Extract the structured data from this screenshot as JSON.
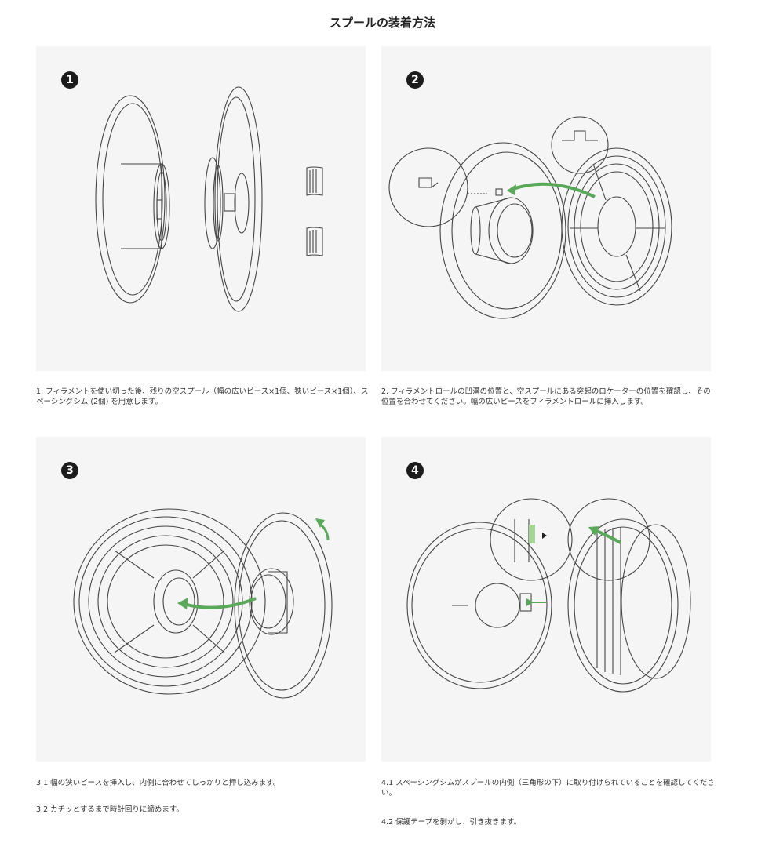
{
  "title": "スプールの装着方法",
  "steps": [
    {
      "number": "1",
      "caption": "1. フィラメントを使い切った後、残りの空スプール（幅の広いピース×1個、狭いピース×1個）、スペーシングシム (2個) を用意します。"
    },
    {
      "number": "2",
      "caption": "2. フィラメントロールの凹溝の位置と、空スプールにある突起のロケーターの位置を確認し、その位置を合わせてください。幅の広いピースをフィラメントロールに挿入します。"
    },
    {
      "number": "3",
      "captions": [
        "3.1 幅の狭いピースを挿入し、内側に合わせてしっかりと押し込みます。",
        "3.2 カチッとするまで時計回りに締めます。"
      ]
    },
    {
      "number": "4",
      "captions": [
        "4.1 スペーシングシムがスプールの内側（三角形の下）に取り付けられていることを確認してください。",
        "4.2 保護テープを剥がし、引き抜きます。"
      ]
    }
  ],
  "colors": {
    "panel_bg": "#f5f5f5",
    "line": "#444444",
    "arrow": "#5aa85a",
    "badge": "#1c1c1c"
  }
}
